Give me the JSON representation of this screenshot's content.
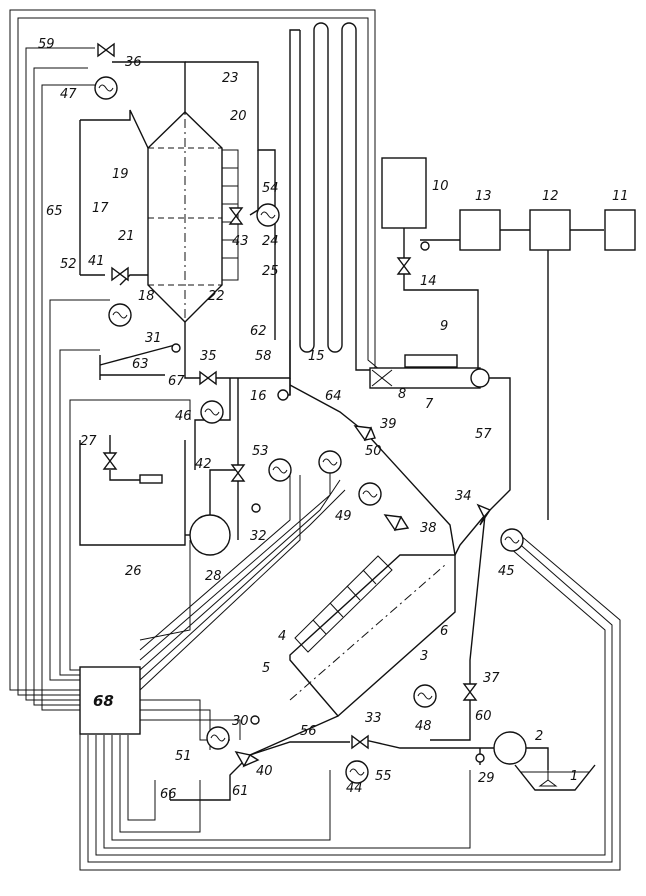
{
  "labels": {
    "l1": "1",
    "l2": "2",
    "l3": "3",
    "l4": "4",
    "l5": "5",
    "l6": "6",
    "l7": "7",
    "l8": "8",
    "l9": "9",
    "l10": "10",
    "l11": "11",
    "l12": "12",
    "l13": "13",
    "l14": "14",
    "l15": "15",
    "l16": "16",
    "l17": "17",
    "l18": "18",
    "l19": "19",
    "l20": "20",
    "l21": "21",
    "l22": "22",
    "l23": "23",
    "l24": "24",
    "l25": "25",
    "l26": "26",
    "l27": "27",
    "l28": "28",
    "l29": "29",
    "l30": "30",
    "l31": "31",
    "l32": "32",
    "l33": "33",
    "l34": "34",
    "l35": "35",
    "l36": "36",
    "l37": "37",
    "l38": "38",
    "l39": "39",
    "l40": "40",
    "l41": "41",
    "l42": "42",
    "l43": "43",
    "l44": "44",
    "l45": "45",
    "l46": "46",
    "l47": "47",
    "l48": "48",
    "l49": "49",
    "l50": "50",
    "l51": "51",
    "l52": "52",
    "l53": "53",
    "l54": "54",
    "l55": "55",
    "l56": "56",
    "l57": "57",
    "l58": "58",
    "l59": "59",
    "l60": "60",
    "l61": "61",
    "l62": "62",
    "l63": "63",
    "l64": "64",
    "l65": "65",
    "l66": "66",
    "l67": "67",
    "l68": "68"
  },
  "controller_label": "68"
}
